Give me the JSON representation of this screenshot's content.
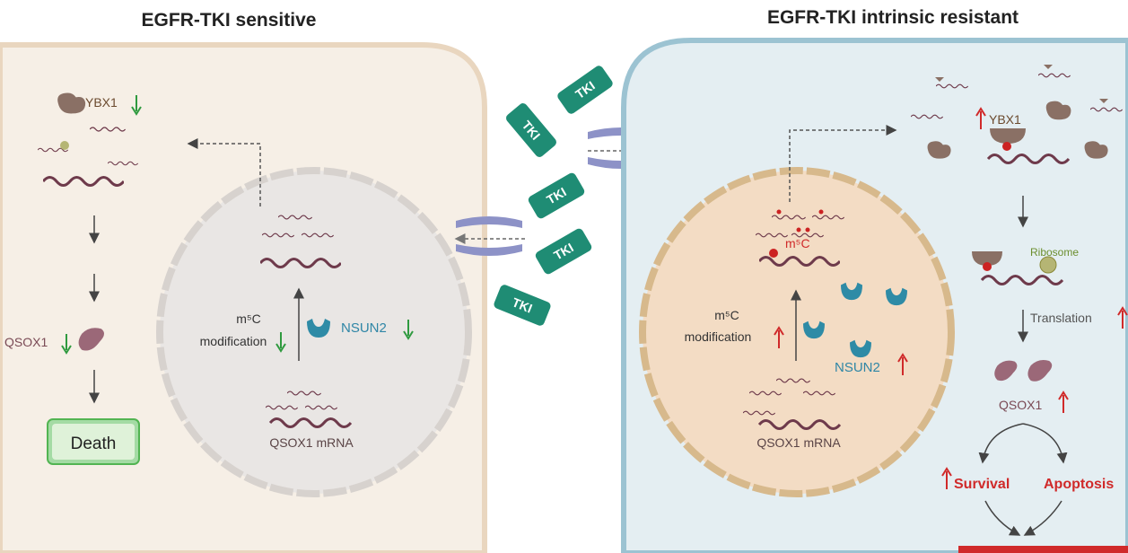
{
  "left": {
    "title": "EGFR-TKI sensitive",
    "ybx1": "YBX1",
    "qsox1": "QSOX1",
    "death": "Death",
    "m5c_line1": "m⁵C",
    "m5c_line2": "modification",
    "nsun2": "NSUN2",
    "mrna": "QSOX1 mRNA"
  },
  "middle": {
    "tki": [
      "TKI",
      "TKI",
      "TKI",
      "TKI",
      "TKI"
    ]
  },
  "right": {
    "title": "EGFR-TKI intrinsic resistant",
    "ybx1": "YBX1",
    "m5c_mark": "m⁵C",
    "m5c_line1": "m⁵C",
    "m5c_line2": "modification",
    "nsun2": "NSUN2",
    "mrna": "QSOX1 mRNA",
    "ribosome": "Ribosome",
    "translation": "Translation",
    "qsox1": "QSOX1",
    "survival": "Survival",
    "apoptosis": "Apoptosis"
  },
  "colors": {
    "left_cell_fill": "#f6efe6",
    "left_cell_border": "#e9d6bf",
    "right_cell_fill": "#e4eef2",
    "right_cell_border": "#9cc3d2",
    "left_nucleus_fill": "#e9e6e4",
    "right_nucleus_fill": "#f3dcc4",
    "tki_green": "#1f8c74",
    "receptor": "#8d92c7",
    "nsun2_teal": "#2e8ba6",
    "mrna_purple": "#6e3a4b",
    "down_arrow": "#2f9a3f",
    "up_arrow": "#d02a2a",
    "death_box": "#a4dba4"
  }
}
